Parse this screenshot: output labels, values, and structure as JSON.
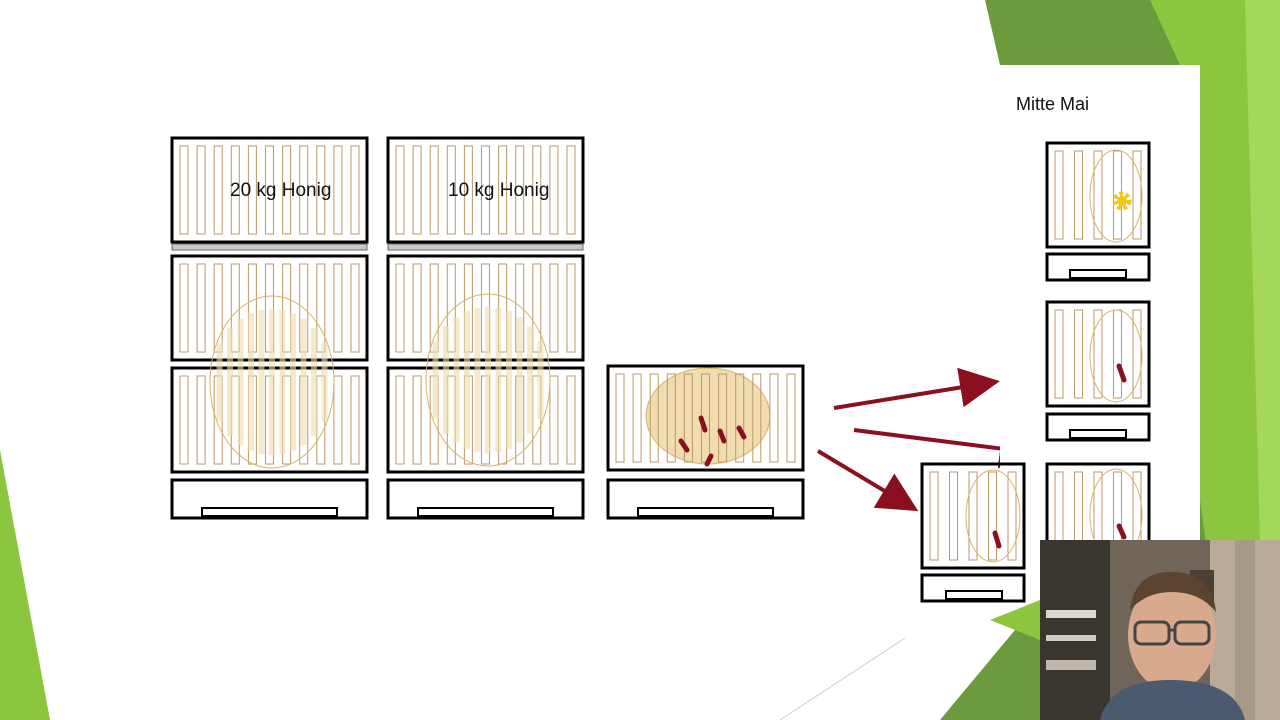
{
  "slide": {
    "labels": {
      "top_left_box": "20 kg Honig",
      "top_middle_box": "10 kg Honig",
      "date_heading": "Mitte Mai"
    },
    "colors": {
      "background": "#ffffff",
      "green_dark": "#6b9b3c",
      "green_light": "#8cc63f",
      "box_outline": "#000000",
      "frame_line": "#b89a6a",
      "brood_fill": "#f0dcae",
      "bee_red": "#8a1020",
      "arrow_red": "#8a1020",
      "queen_yellow": "#f5c518"
    },
    "icons": {
      "queen": "queen-flower-icon",
      "bee": "bee-mark-icon"
    }
  },
  "webcam": {
    "description_icon": "presenter-webcam"
  }
}
